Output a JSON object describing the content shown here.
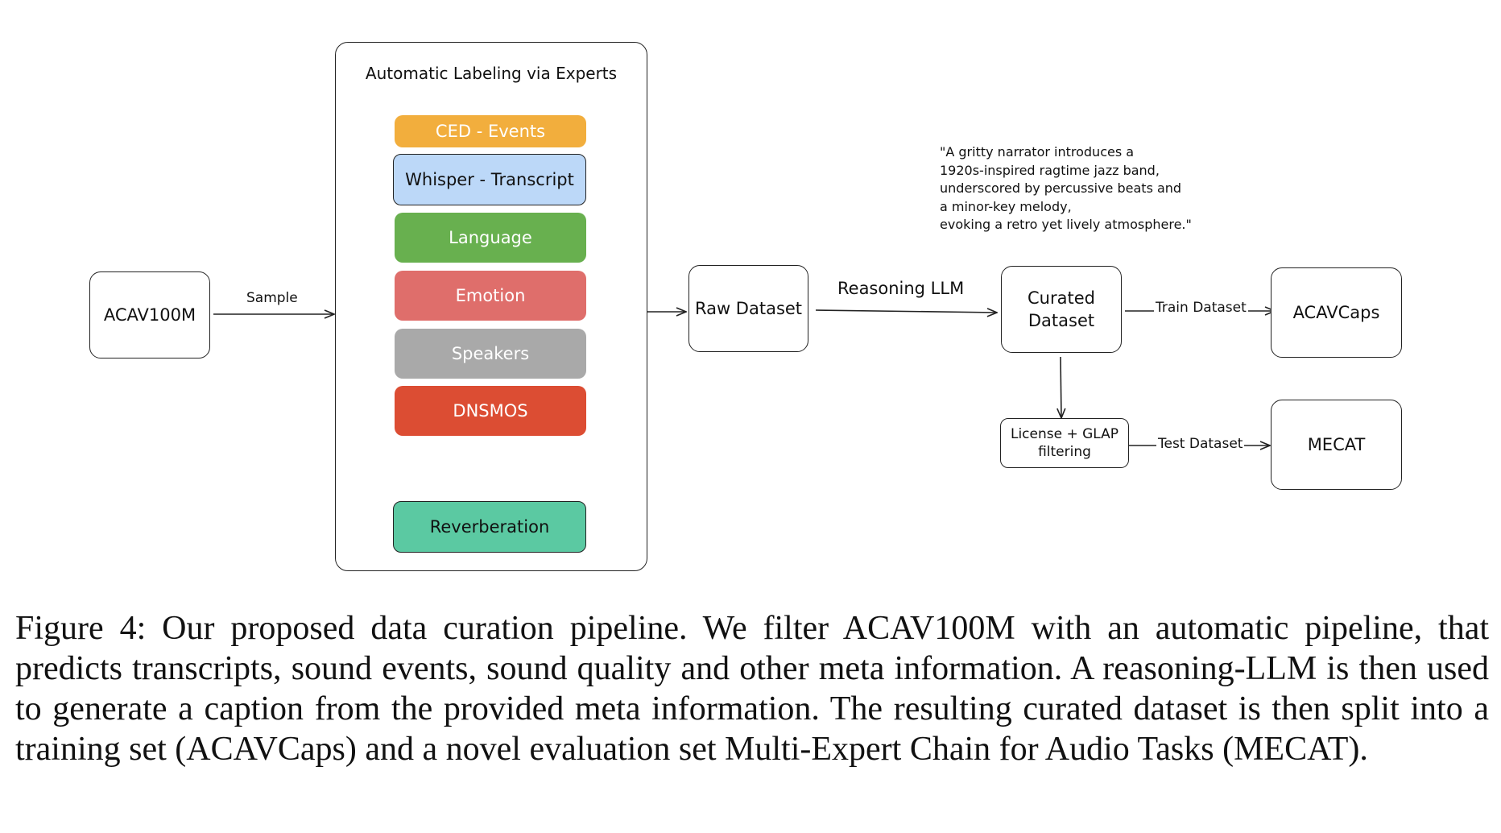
{
  "diagram": {
    "source_node": {
      "label": "ACAV100M"
    },
    "sample_edge": {
      "label": "Sample"
    },
    "experts_panel": {
      "title": "Automatic Labeling via Experts",
      "experts": [
        {
          "label": "CED - Events",
          "color": "#f2ae3d"
        },
        {
          "label": "Whisper - Transcript",
          "color": "#bcd8f8"
        },
        {
          "label": "Language",
          "color": "#68b04f"
        },
        {
          "label": "Emotion",
          "color": "#df6e6b"
        },
        {
          "label": "Speakers",
          "color": "#a9a9a9"
        },
        {
          "label": "DNSMOS",
          "color": "#dc4d33"
        },
        {
          "label": "Reverberation",
          "color": "#5bc9a2"
        }
      ]
    },
    "raw_dataset": {
      "label": "Raw Dataset"
    },
    "llm_edge": {
      "label": "Reasoning LLM"
    },
    "example_caption": {
      "lines": [
        "\"A gritty narrator introduces a",
        "1920s-inspired ragtime jazz band,",
        "underscored by percussive beats and",
        "a minor-key melody,",
        "evoking a retro yet lively atmosphere.\""
      ]
    },
    "curated_dataset": {
      "label_line1": "Curated",
      "label_line2": "Dataset"
    },
    "train_edge": {
      "label": "Train Dataset"
    },
    "acavcaps": {
      "label": "ACAVCaps"
    },
    "filter_node": {
      "label_line1": "License + GLAP",
      "label_line2": "filtering"
    },
    "test_edge": {
      "label": "Test Dataset"
    },
    "mecat": {
      "label": "MECAT"
    }
  },
  "caption": {
    "text": "Figure 4: Our proposed data curation pipeline. We filter ACAV100M with an automatic pipeline, that predicts transcripts, sound events, sound quality and other meta information. A reasoning-LLM is then used to generate a caption from the provided meta information. The resulting curated dataset is then split into a training set (ACAVCaps) and a novel evaluation set Multi-Expert Chain for Audio Tasks (MECAT)."
  }
}
